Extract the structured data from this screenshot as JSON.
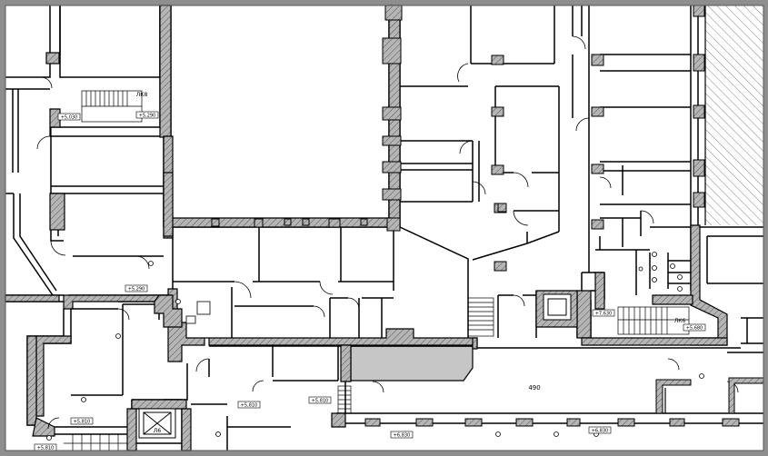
{
  "plan": {
    "room_number": "490",
    "stairs": [
      {
        "id": "lk8",
        "label": "ЛК8"
      },
      {
        "id": "lk6",
        "label": "ЛК6"
      },
      {
        "id": "l6",
        "label": "Л6"
      }
    ],
    "levels": [
      {
        "id": "lv1",
        "text": "+5,030"
      },
      {
        "id": "lv2",
        "text": "+5,290"
      },
      {
        "id": "lv3",
        "text": "+5,290"
      },
      {
        "id": "lv4",
        "text": "+7,630"
      },
      {
        "id": "lv5",
        "text": "+5,680"
      },
      {
        "id": "lv6",
        "text": "+5,810"
      },
      {
        "id": "lv7",
        "text": "+5,810"
      },
      {
        "id": "lv8",
        "text": "+5,810"
      },
      {
        "id": "lv9",
        "text": "+6,830"
      },
      {
        "id": "lv10",
        "text": "+6,830"
      },
      {
        "id": "lv11",
        "text": "+5,810"
      }
    ],
    "colors": {
      "frame": "#8e8e8e",
      "paper": "#ffffff",
      "wall": "#000000",
      "column_fill": "#b8b8b8",
      "highlight_room": "#c6c6c6"
    }
  }
}
